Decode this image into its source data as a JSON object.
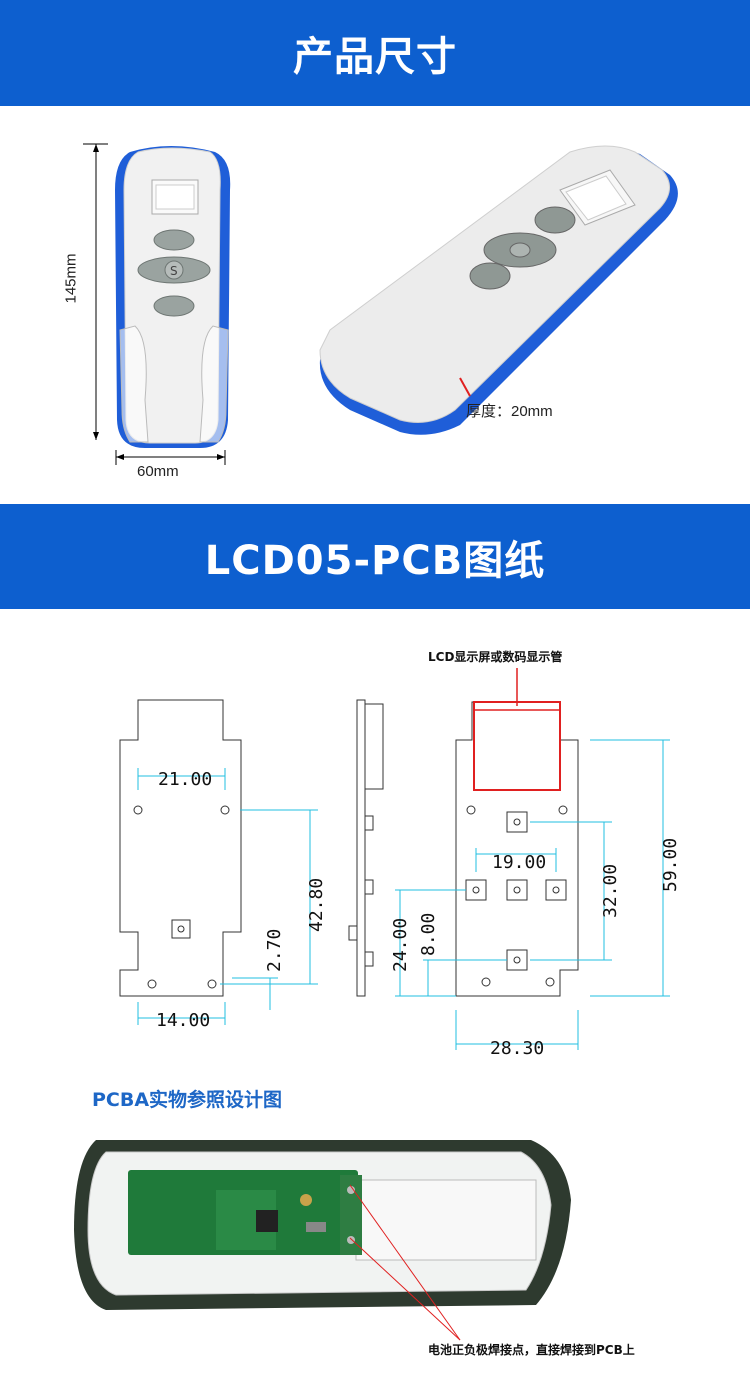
{
  "banner_size": {
    "title": "产品尺寸"
  },
  "size_section": {
    "height_label": "145mm",
    "width_label": "60mm",
    "thickness_label": "厚度：20mm"
  },
  "banner_pcb": {
    "title": "LCD05-PCB图纸"
  },
  "pcb_drawing": {
    "lcd_label": "LCD显示屏或数码显示管",
    "dims": {
      "hole_spacing": "21.00",
      "height_main": "42.80",
      "offset_small": "2.70",
      "bottom_width": "14.00",
      "button_spacing": "19.00",
      "right_height": "32.00",
      "total_height": "59.00",
      "left_24": "24.00",
      "left_8": "8.00",
      "board_width": "28.30"
    }
  },
  "pcba_section": {
    "title": "PCBA实物参照设计图",
    "note": "电池正负极焊接点，直接焊接到PCB上"
  },
  "colors": {
    "banner": "#0d5fcf",
    "dimension_cyan": "#22bfe0",
    "lcd_red": "#e02020",
    "label_blue": "#1e67c6"
  }
}
